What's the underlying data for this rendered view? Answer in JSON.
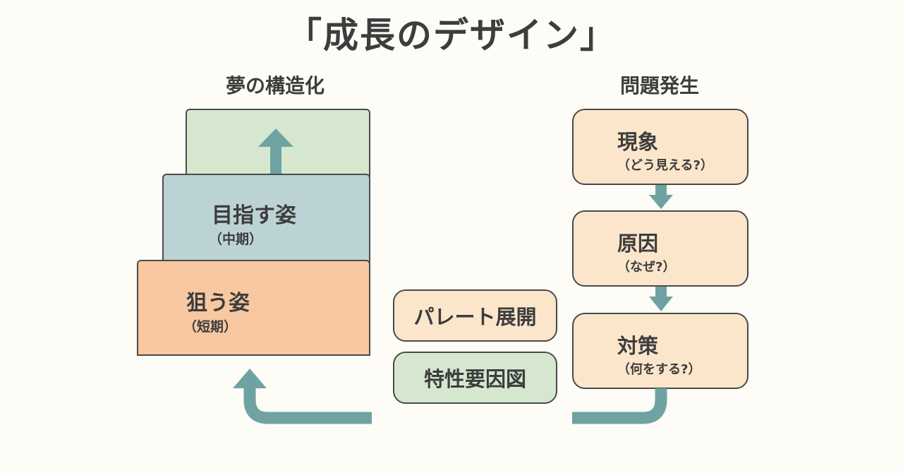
{
  "title": "「成長のデザイン」",
  "left": {
    "heading": "夢の構造化",
    "levels": [
      {
        "main": "",
        "sub": "",
        "color": "#d5e8cf"
      },
      {
        "main": "目指す姿",
        "sub": "（中期）",
        "color": "#bcd3d6"
      },
      {
        "main": "狙う姿",
        "sub": "（短期）",
        "color": "#f8c9a0"
      }
    ]
  },
  "right": {
    "heading": "問題発生",
    "steps": [
      {
        "main": "現象",
        "sub": "（どう見える?）"
      },
      {
        "main": "原因",
        "sub": "（なぜ?）"
      },
      {
        "main": "対策",
        "sub": "（何をする?）"
      }
    ],
    "color": "#fbe6cc"
  },
  "middle": {
    "tools": [
      {
        "label": "パレート展開",
        "color": "#fbe6cc"
      },
      {
        "label": "特性要因図",
        "color": "#d5e8cf"
      }
    ]
  },
  "colors": {
    "arrow": "#6fa3a3",
    "border": "#4a4a4a",
    "background": "#fdfcf6"
  },
  "icons": [
    "up-arrow-icon",
    "down-arrow-icon",
    "return-arrow-icon"
  ]
}
